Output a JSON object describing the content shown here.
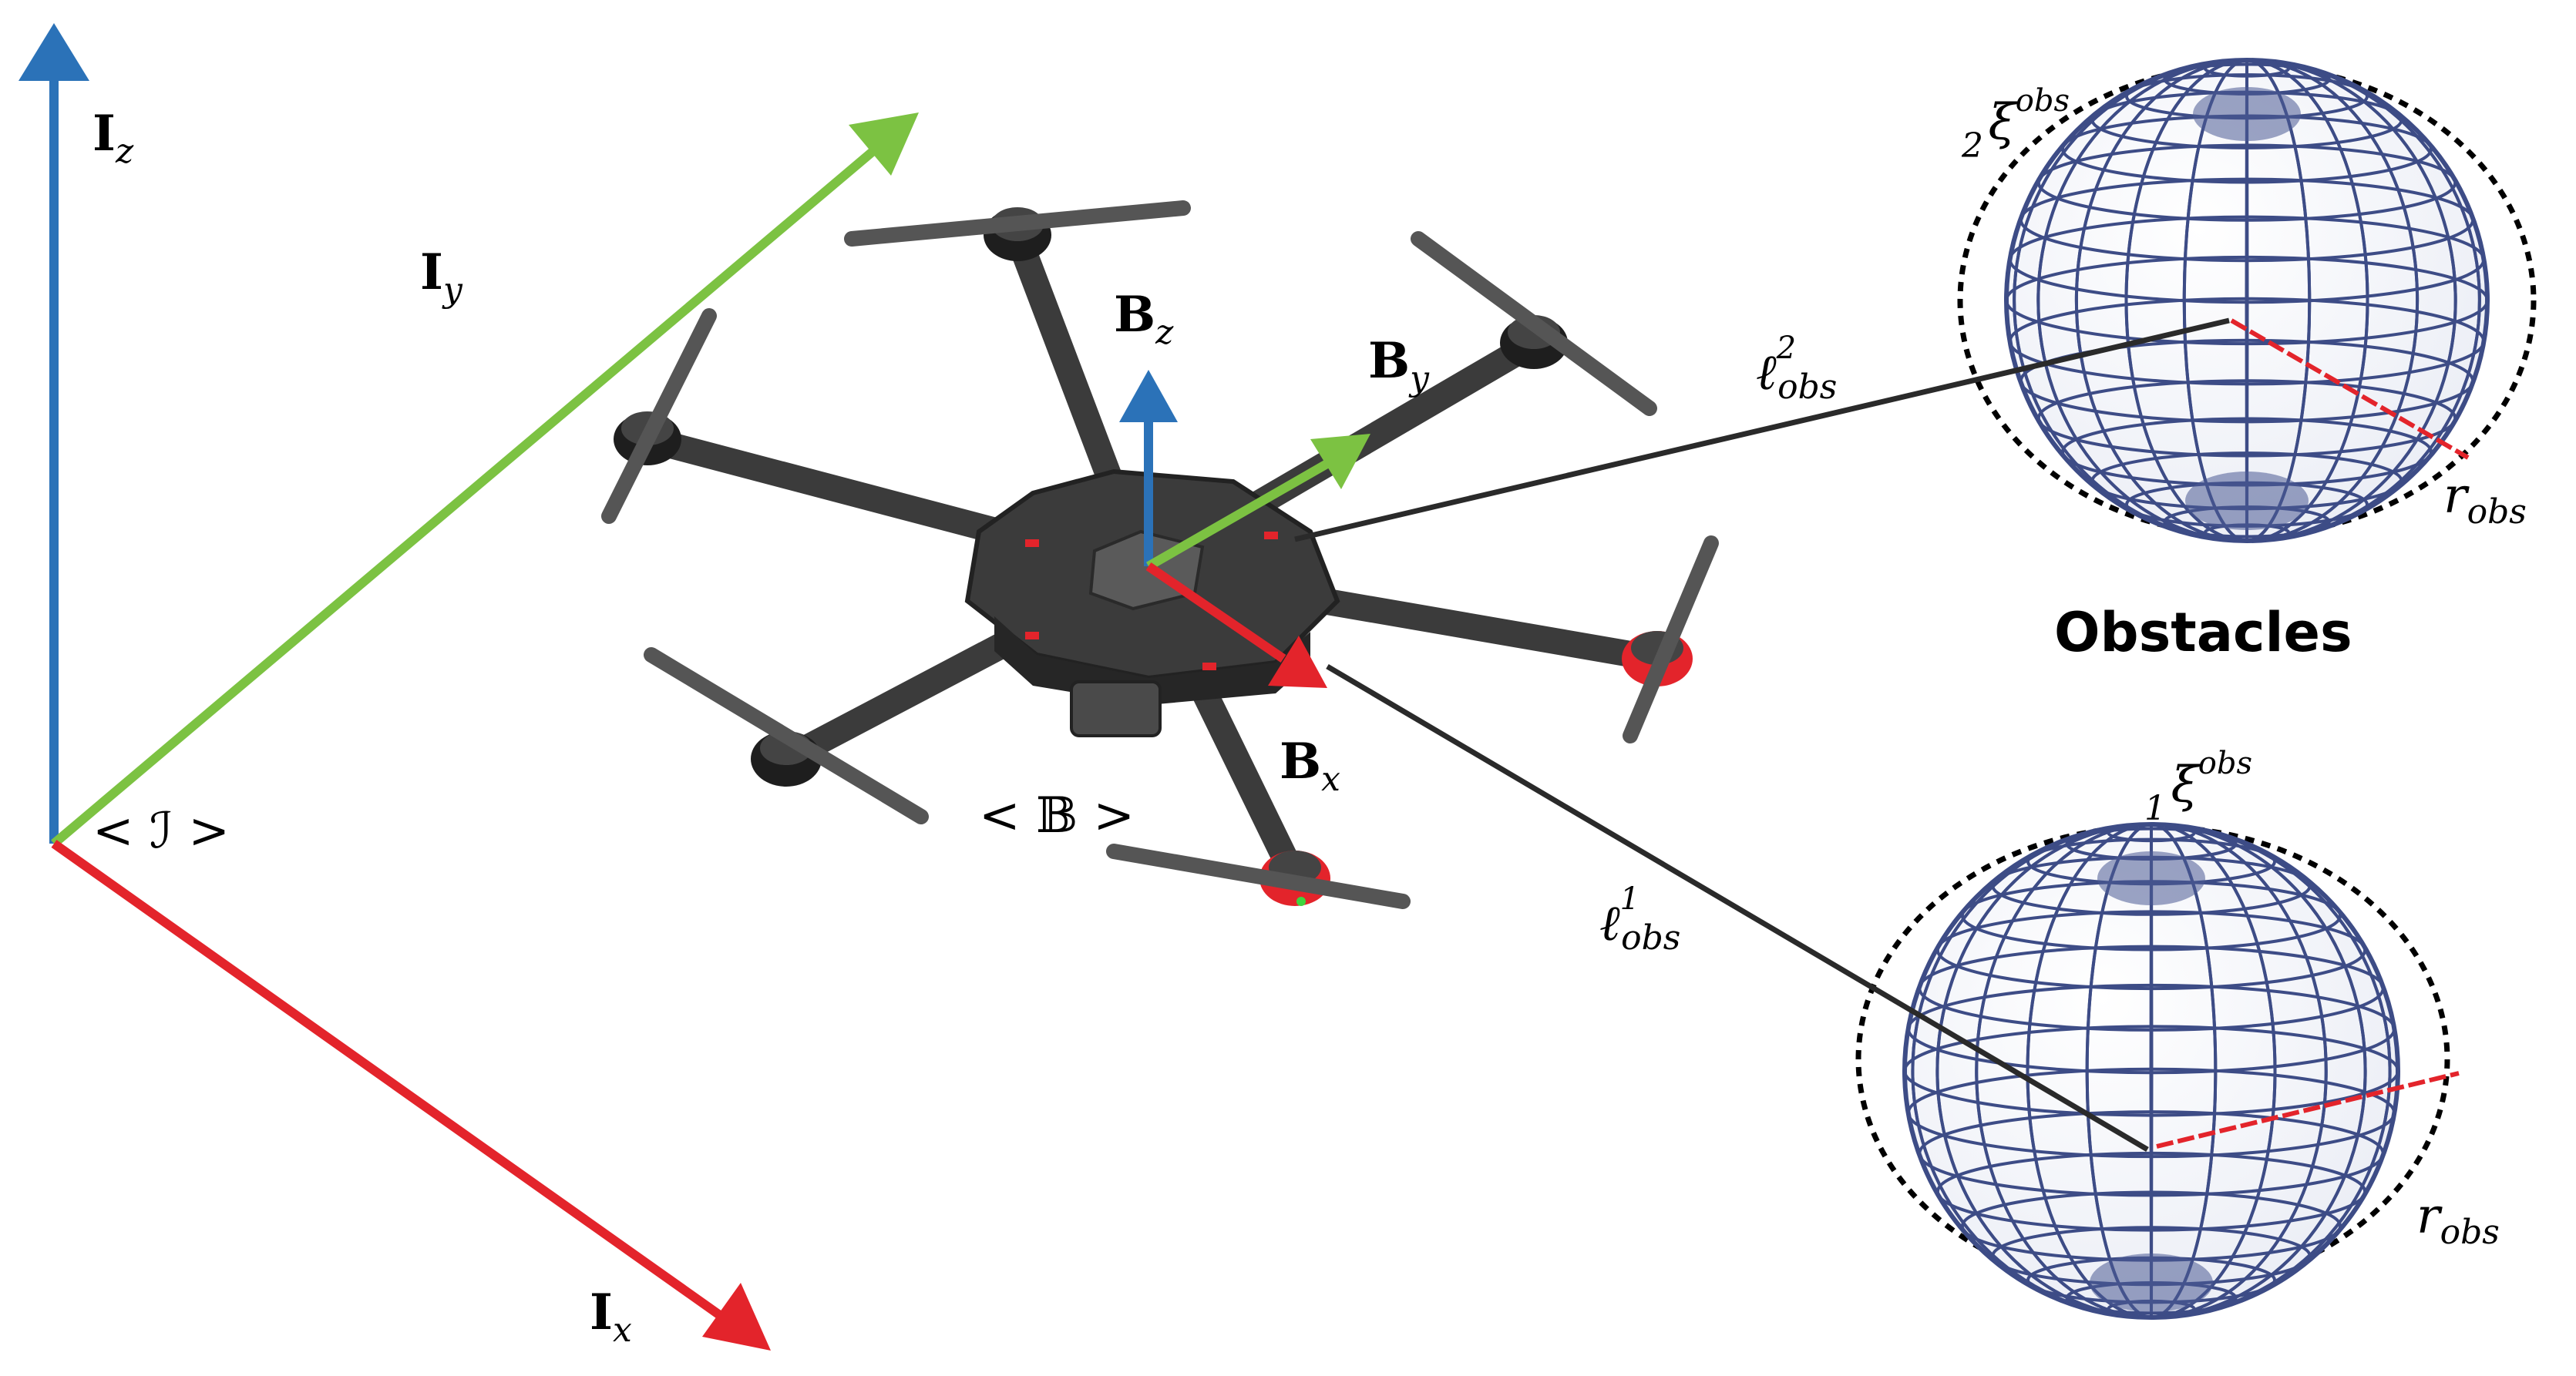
{
  "colors": {
    "z_axis": "#2b72b8",
    "y_axis": "#7cc242",
    "x_axis": "#e3242b",
    "sphere": "#3d4c86",
    "distance_line": "#2a2a2a",
    "radius_line": "#e3242b",
    "drone_body": "#3b3b3b"
  },
  "inertial_frame": {
    "z_base": "I",
    "z_sub": "z",
    "y_base": "I",
    "y_sub": "y",
    "x_base": "I",
    "x_sub": "x",
    "frame_label": "< ℐ >"
  },
  "body_frame": {
    "z_base": "B",
    "z_sub": "z",
    "y_base": "B",
    "y_sub": "y",
    "x_base": "B",
    "x_sub": "x",
    "frame_label": "< 𝔹 >"
  },
  "obstacles": {
    "title": "Obstacles",
    "obstacle_2": {
      "xi": "ξ",
      "xi_sub": "2",
      "xi_sup": "obs",
      "dist": "ℓ",
      "dist_sub": "obs",
      "dist_sup": "2",
      "r": "r",
      "r_sub": "obs"
    },
    "obstacle_1": {
      "xi": "ξ",
      "xi_sub": "1",
      "xi_sup": "obs",
      "dist": "ℓ",
      "dist_sub": "obs",
      "dist_sup": "1",
      "r": "r",
      "r_sub": "obs"
    }
  }
}
